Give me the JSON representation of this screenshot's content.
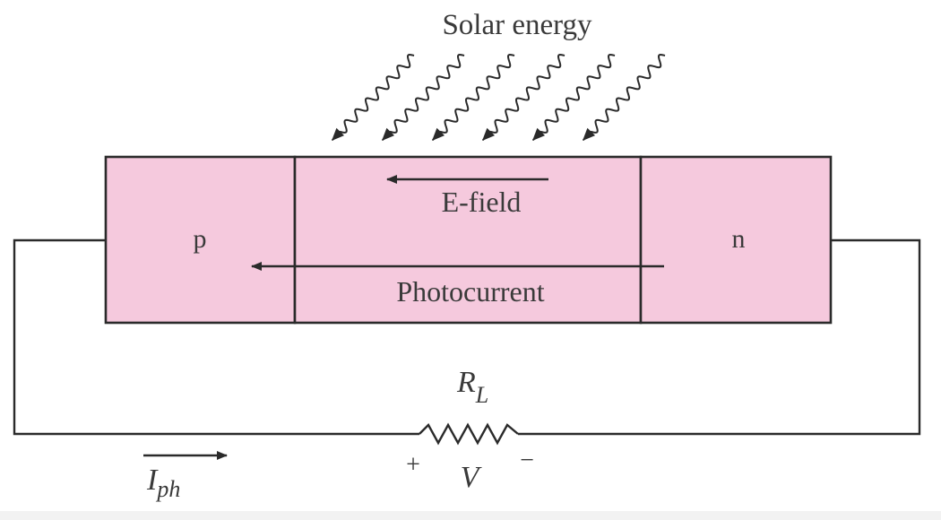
{
  "labels": {
    "solar_energy": "Solar energy",
    "e_field": "E-field",
    "photocurrent": "Photocurrent",
    "p_region": "p",
    "n_region": "n",
    "resistor_main": "R",
    "resistor_sub": "L",
    "voltage": "V",
    "plus": "+",
    "minus": "−",
    "current_main": "I",
    "current_sub": "ph"
  },
  "colors": {
    "junction_fill": "#f5c9dd",
    "line": "#2a2a2a",
    "text": "#3a3a3a"
  },
  "photon_ray_count": 6
}
